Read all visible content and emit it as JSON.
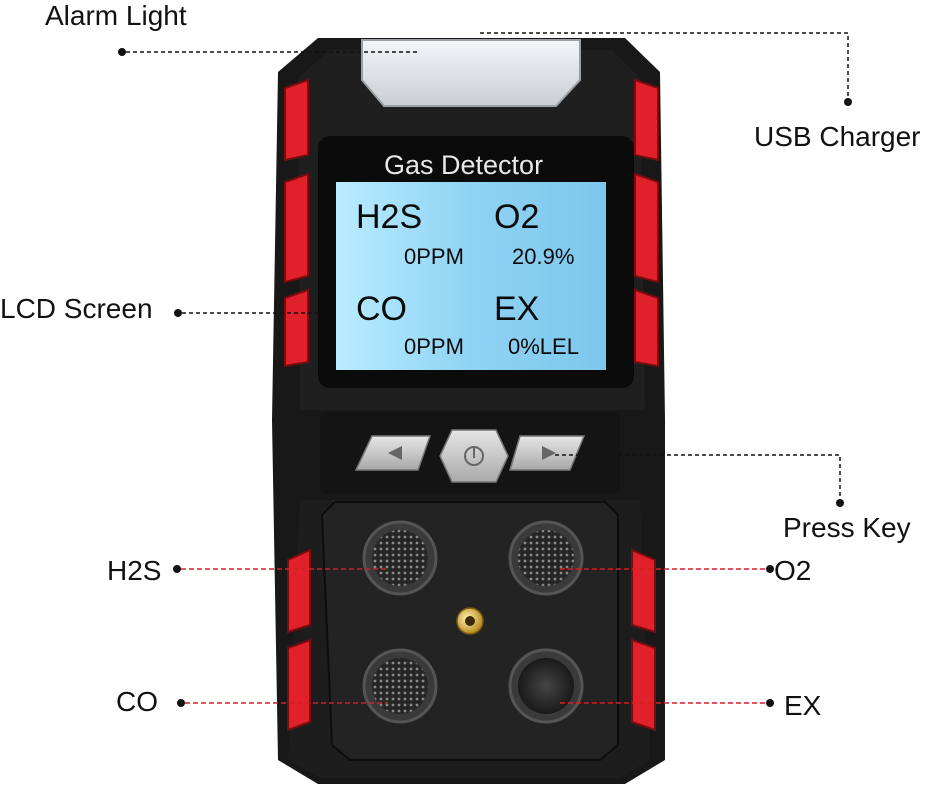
{
  "callouts": {
    "alarm_light": "Alarm Light",
    "usb_charger": "USB Charger",
    "lcd_screen": "LCD Screen",
    "press_key": "Press Key",
    "h2s": "H2S",
    "o2": "O2",
    "co": "CO",
    "ex": "EX"
  },
  "screen": {
    "title": "Gas Detector",
    "readings": [
      {
        "gas": "H2S",
        "value": "0PPM"
      },
      {
        "gas": "O2",
        "value": "20.9%"
      },
      {
        "gas": "CO",
        "value": "0PPM"
      },
      {
        "gas": "EX",
        "value": "0%LEL"
      }
    ]
  },
  "keys": [
    {
      "name": "left-key",
      "icon": "triangle-left-icon"
    },
    {
      "name": "power-key",
      "icon": "power-icon"
    },
    {
      "name": "right-key",
      "icon": "triangle-right-icon"
    }
  ],
  "colors": {
    "body": "#181818",
    "accent_red": "#e0202a",
    "lcd_backlight": "#8fd3f4",
    "leader_black": "#111111",
    "leader_red": "#d42020"
  }
}
